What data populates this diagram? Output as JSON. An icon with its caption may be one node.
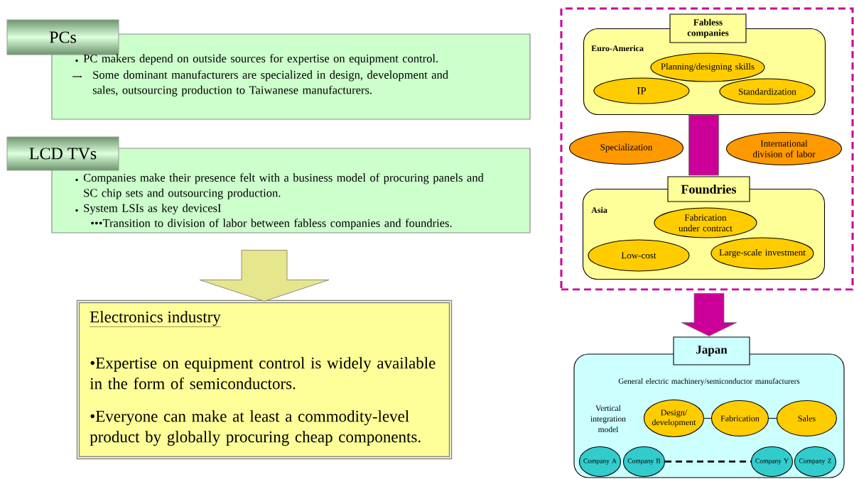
{
  "diagram": {
    "nodes": [
      {
        "text": [
          "PCs",
          "PC makers depend on outside sources for expertise on equipment control.",
          "Some dominant manufacturers are specialized in design, development and sales, outsourcing production to Taiwanese manufacturers."
        ]
      },
      {
        "text": [
          "LCD TVs",
          "Companies make their presence felt with a business model of procuring panels and SC chip sets and outsourcing production.",
          "System LSIs as key devicesI",
          "•••Transition to division of labor between fabless companies and foundries."
        ]
      },
      {
        "text": [
          "Electronics industry",
          "•Expertise on equipment control is widely available in the form of semiconductors.",
          "•Everyone can make at least a commodity-level product by globally procuring cheap components."
        ]
      },
      {
        "text": [],
        "shape": "box"
      },
      {
        "text": [
          "Fabless companies",
          "Euro-America"
        ],
        "in": 3
      },
      {
        "text": [
          "Planning/designing skills"
        ],
        "in": 4
      },
      {
        "text": [
          "IP"
        ],
        "in": 4
      },
      {
        "text": [
          "Standardization"
        ],
        "in": 4
      },
      {
        "text": [
          "Specialization"
        ],
        "in": 3
      },
      {
        "text": [
          "International division of labor"
        ],
        "in": 3
      },
      {
        "text": [
          "Foundries",
          "Asia"
        ],
        "in": 3
      },
      {
        "text": [
          "Fabrication under contract"
        ],
        "in": 10
      },
      {
        "text": [
          "Low-cost"
        ],
        "in": 10
      },
      {
        "text": [
          "Large-scale investment"
        ],
        "in": 10
      },
      {
        "text": [
          "Japan",
          "General electric machinery/semiconductor manufacturers",
          "Vertical integration model"
        ]
      },
      {
        "text": [
          "Design/ development"
        ],
        "in": 14
      },
      {
        "text": [
          "Fabrication"
        ],
        "in": 14
      },
      {
        "text": [
          "Sales"
        ],
        "in": 14
      },
      {
        "text": [
          "Company A"
        ],
        "in": 14
      },
      {
        "text": [
          "Company B"
        ],
        "in": 14
      },
      {
        "text": [
          "Company Y"
        ],
        "in": 14
      },
      {
        "text": [
          "Company Z"
        ],
        "in": 14
      }
    ],
    "edges": [
      {
        "from": 1,
        "to": 2,
        "arrow": "to",
        "style": "thick",
        "color": "#e6e68c"
      },
      {
        "from": 4,
        "to": 10,
        "arrow": "none",
        "style": "thick",
        "color": "#cc0099"
      },
      {
        "from": 3,
        "to": 14,
        "arrow": "to",
        "style": "thick",
        "color": "#cc0099"
      },
      {
        "from": 15,
        "to": 16,
        "arrow": "none"
      },
      {
        "from": 16,
        "to": 17,
        "arrow": "none"
      },
      {
        "from": 19,
        "to": 20,
        "arrow": "none",
        "style": "dashed"
      }
    ]
  }
}
